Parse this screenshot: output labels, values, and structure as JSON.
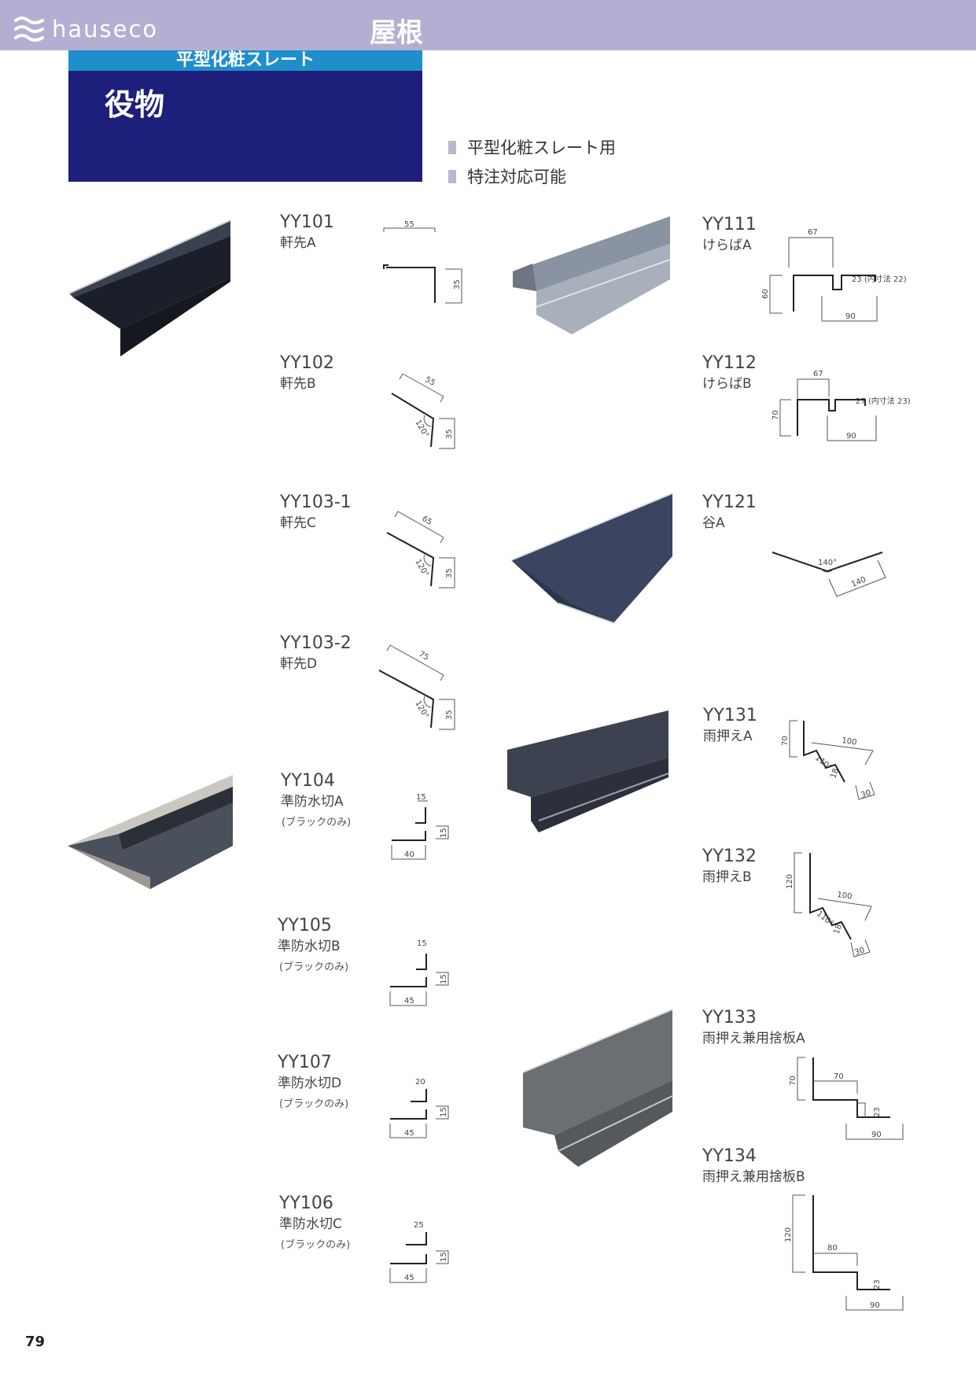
{
  "header": {
    "brand": "hauseco",
    "section": "屋根",
    "category": "平型化粧スレート",
    "title": "役物",
    "features": [
      "平型化粧スレート用",
      "特注対応可能"
    ]
  },
  "products": [
    {
      "code": "YY101",
      "name": "軒先A",
      "dims": [
        "55",
        "35"
      ]
    },
    {
      "code": "YY102",
      "name": "軒先B",
      "dims": [
        "55",
        "120°",
        "35"
      ]
    },
    {
      "code": "YY103-1",
      "name": "軒先C",
      "dims": [
        "65",
        "120°",
        "35"
      ]
    },
    {
      "code": "YY103-2",
      "name": "軒先D",
      "dims": [
        "75",
        "120°",
        "35"
      ]
    },
    {
      "code": "YY104",
      "name": "準防水切A",
      "note": "(ブラックのみ)",
      "dims": [
        "15",
        "15",
        "40"
      ]
    },
    {
      "code": "YY105",
      "name": "準防水切B",
      "note": "(ブラックのみ)",
      "dims": [
        "15",
        "15",
        "45"
      ]
    },
    {
      "code": "YY107",
      "name": "準防水切D",
      "note": "(ブラックのみ)",
      "dims": [
        "20",
        "15",
        "45"
      ]
    },
    {
      "code": "YY106",
      "name": "準防水切C",
      "note": "(ブラックのみ)",
      "dims": [
        "25",
        "15",
        "45"
      ]
    },
    {
      "code": "YY111",
      "name": "けらばA",
      "dims": [
        "67",
        "23 (内寸法 22)",
        "60",
        "90"
      ]
    },
    {
      "code": "YY112",
      "name": "けらばB",
      "dims": [
        "67",
        "27 (内寸法 23)",
        "70",
        "90"
      ]
    },
    {
      "code": "YY121",
      "name": "谷A",
      "dims": [
        "140°",
        "140"
      ]
    },
    {
      "code": "YY131",
      "name": "雨押えA",
      "dims": [
        "70",
        "100",
        "110°",
        "18",
        "30"
      ]
    },
    {
      "code": "YY132",
      "name": "雨押えB",
      "dims": [
        "120",
        "100",
        "110°",
        "18",
        "30"
      ]
    },
    {
      "code": "YY133",
      "name": "雨押え兼用捨板A",
      "dims": [
        "70",
        "70",
        "23",
        "90"
      ]
    },
    {
      "code": "YY134",
      "name": "雨押え兼用捨板B",
      "dims": [
        "120",
        "80",
        "23",
        "90"
      ]
    }
  ],
  "page": {
    "number": "79"
  },
  "colors": {
    "header_bar": "#b3afd2",
    "panel": "#1e1f7a",
    "panel_strip": "#1f8fcc",
    "bullet": "#b9b8cf"
  }
}
